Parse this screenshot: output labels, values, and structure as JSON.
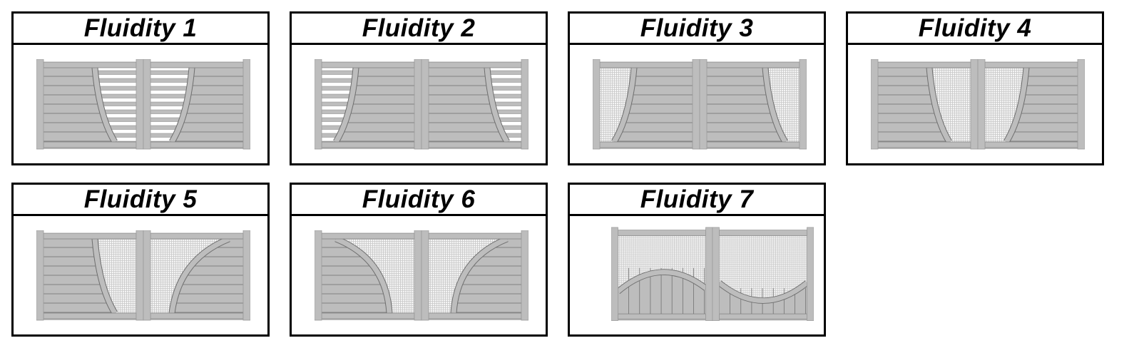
{
  "gates": [
    {
      "title": "Fluidity 1"
    },
    {
      "title": "Fluidity 2"
    },
    {
      "title": "Fluidity 3"
    },
    {
      "title": "Fluidity 4"
    },
    {
      "title": "Fluidity 5"
    },
    {
      "title": "Fluidity 6"
    },
    {
      "title": "Fluidity 7"
    }
  ],
  "colors": {
    "panel": "#bdbdbd",
    "line": "#6e6e6e",
    "border": "#000000"
  }
}
